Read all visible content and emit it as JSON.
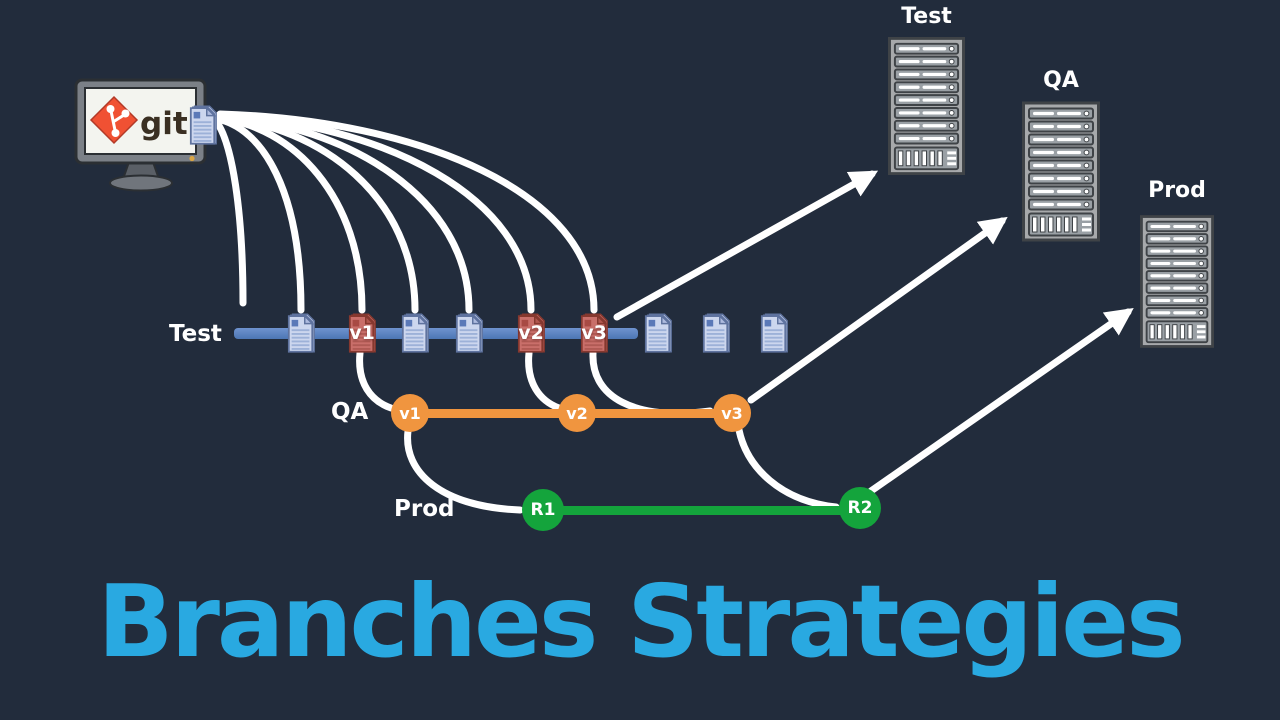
{
  "title": {
    "text": "Branches Strategies",
    "color": "#29a9e1"
  },
  "git": {
    "logo_text": "git"
  },
  "branches": {
    "test": {
      "label": "Test",
      "color": "#567fc0",
      "versions": [
        "v1",
        "v2",
        "v3"
      ]
    },
    "qa": {
      "label": "QA",
      "color": "#f0953f",
      "versions": [
        "v1",
        "v2",
        "v3"
      ]
    },
    "prod": {
      "label": "Prod",
      "color": "#14a43c",
      "versions": [
        "R1",
        "R2"
      ]
    }
  },
  "servers": {
    "test": "Test",
    "qa": "QA",
    "prod": "Prod"
  },
  "colors": {
    "background": "#222c3c",
    "connector": "#ffffff",
    "git_logo_red": "#f05133",
    "server_grey": "#a7a9ab"
  }
}
